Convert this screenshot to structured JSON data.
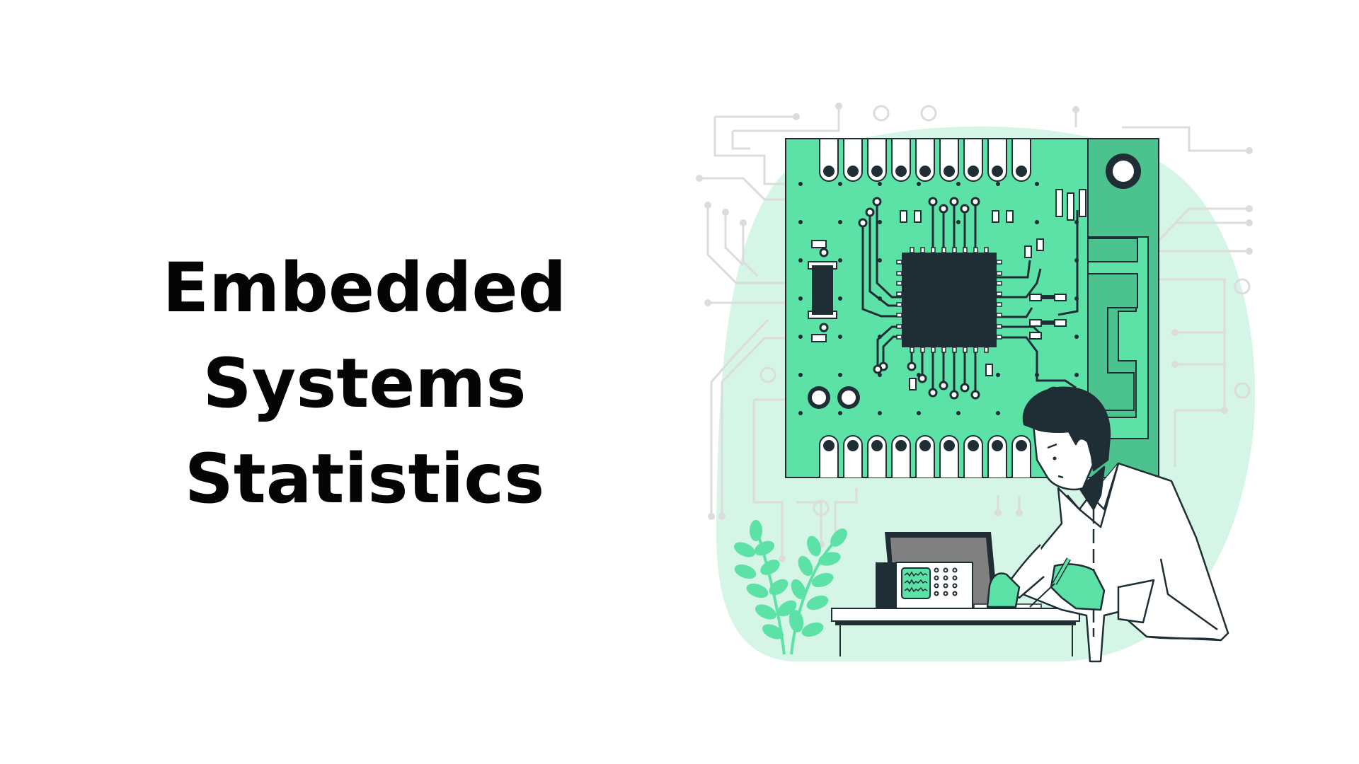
{
  "title": {
    "lines": [
      "Embedded",
      "Systems",
      "Statistics"
    ]
  },
  "illustration": {
    "subject": "engineer soldering a printed circuit board",
    "colors": {
      "background": "#ffffff",
      "blob": "#d5f5e6",
      "board": "#5ce1a7",
      "board_dark": "#4cc28f",
      "outline": "#1f2d35",
      "trace_bg": "#dcdcdc",
      "screen_gray": "#808080",
      "plant": "#5ce1a7"
    },
    "icons": [
      "circuit-board-icon",
      "microchip-icon",
      "oscilloscope-icon",
      "plant-icon",
      "engineer-figure"
    ]
  }
}
